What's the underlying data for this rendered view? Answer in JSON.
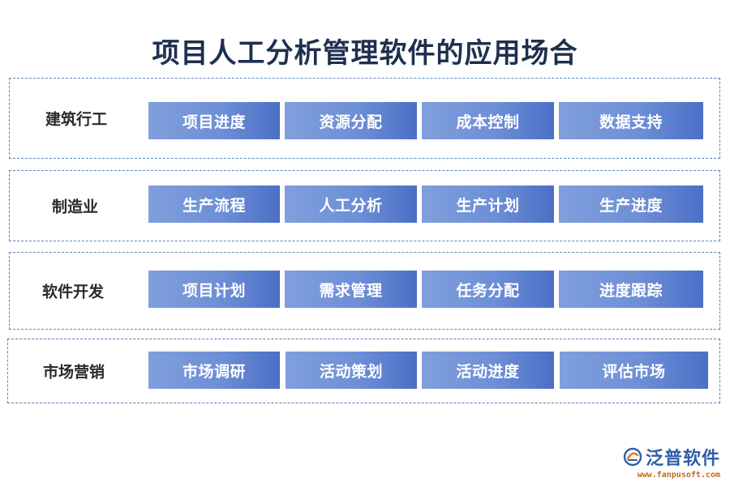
{
  "title": "项目人工分析管理软件的应用场合",
  "rows": [
    {
      "label": "建筑行工",
      "items": [
        "项目进度",
        "资源分配",
        "成本控制",
        "数据支持"
      ]
    },
    {
      "label": "制造业",
      "items": [
        "生产流程",
        "人工分析",
        "生产计划",
        "生产进度"
      ]
    },
    {
      "label": "软件开发",
      "items": [
        "项目计划",
        "需求管理",
        "任务分配",
        "进度跟踪"
      ]
    },
    {
      "label": "市场营销",
      "items": [
        "市场调研",
        "活动策划",
        "活动进度",
        "评估市场"
      ]
    }
  ],
  "brand": {
    "name": "泛普软件",
    "url": "www.fanpusoft.com",
    "logo_icon": "fanpu-logo-icon",
    "color": "#2f5ea6"
  },
  "colors": {
    "box_start": "#7f9fdc",
    "box_end": "#4b6fc6",
    "border": "#5a84b8",
    "title": "#1f2f4f"
  }
}
